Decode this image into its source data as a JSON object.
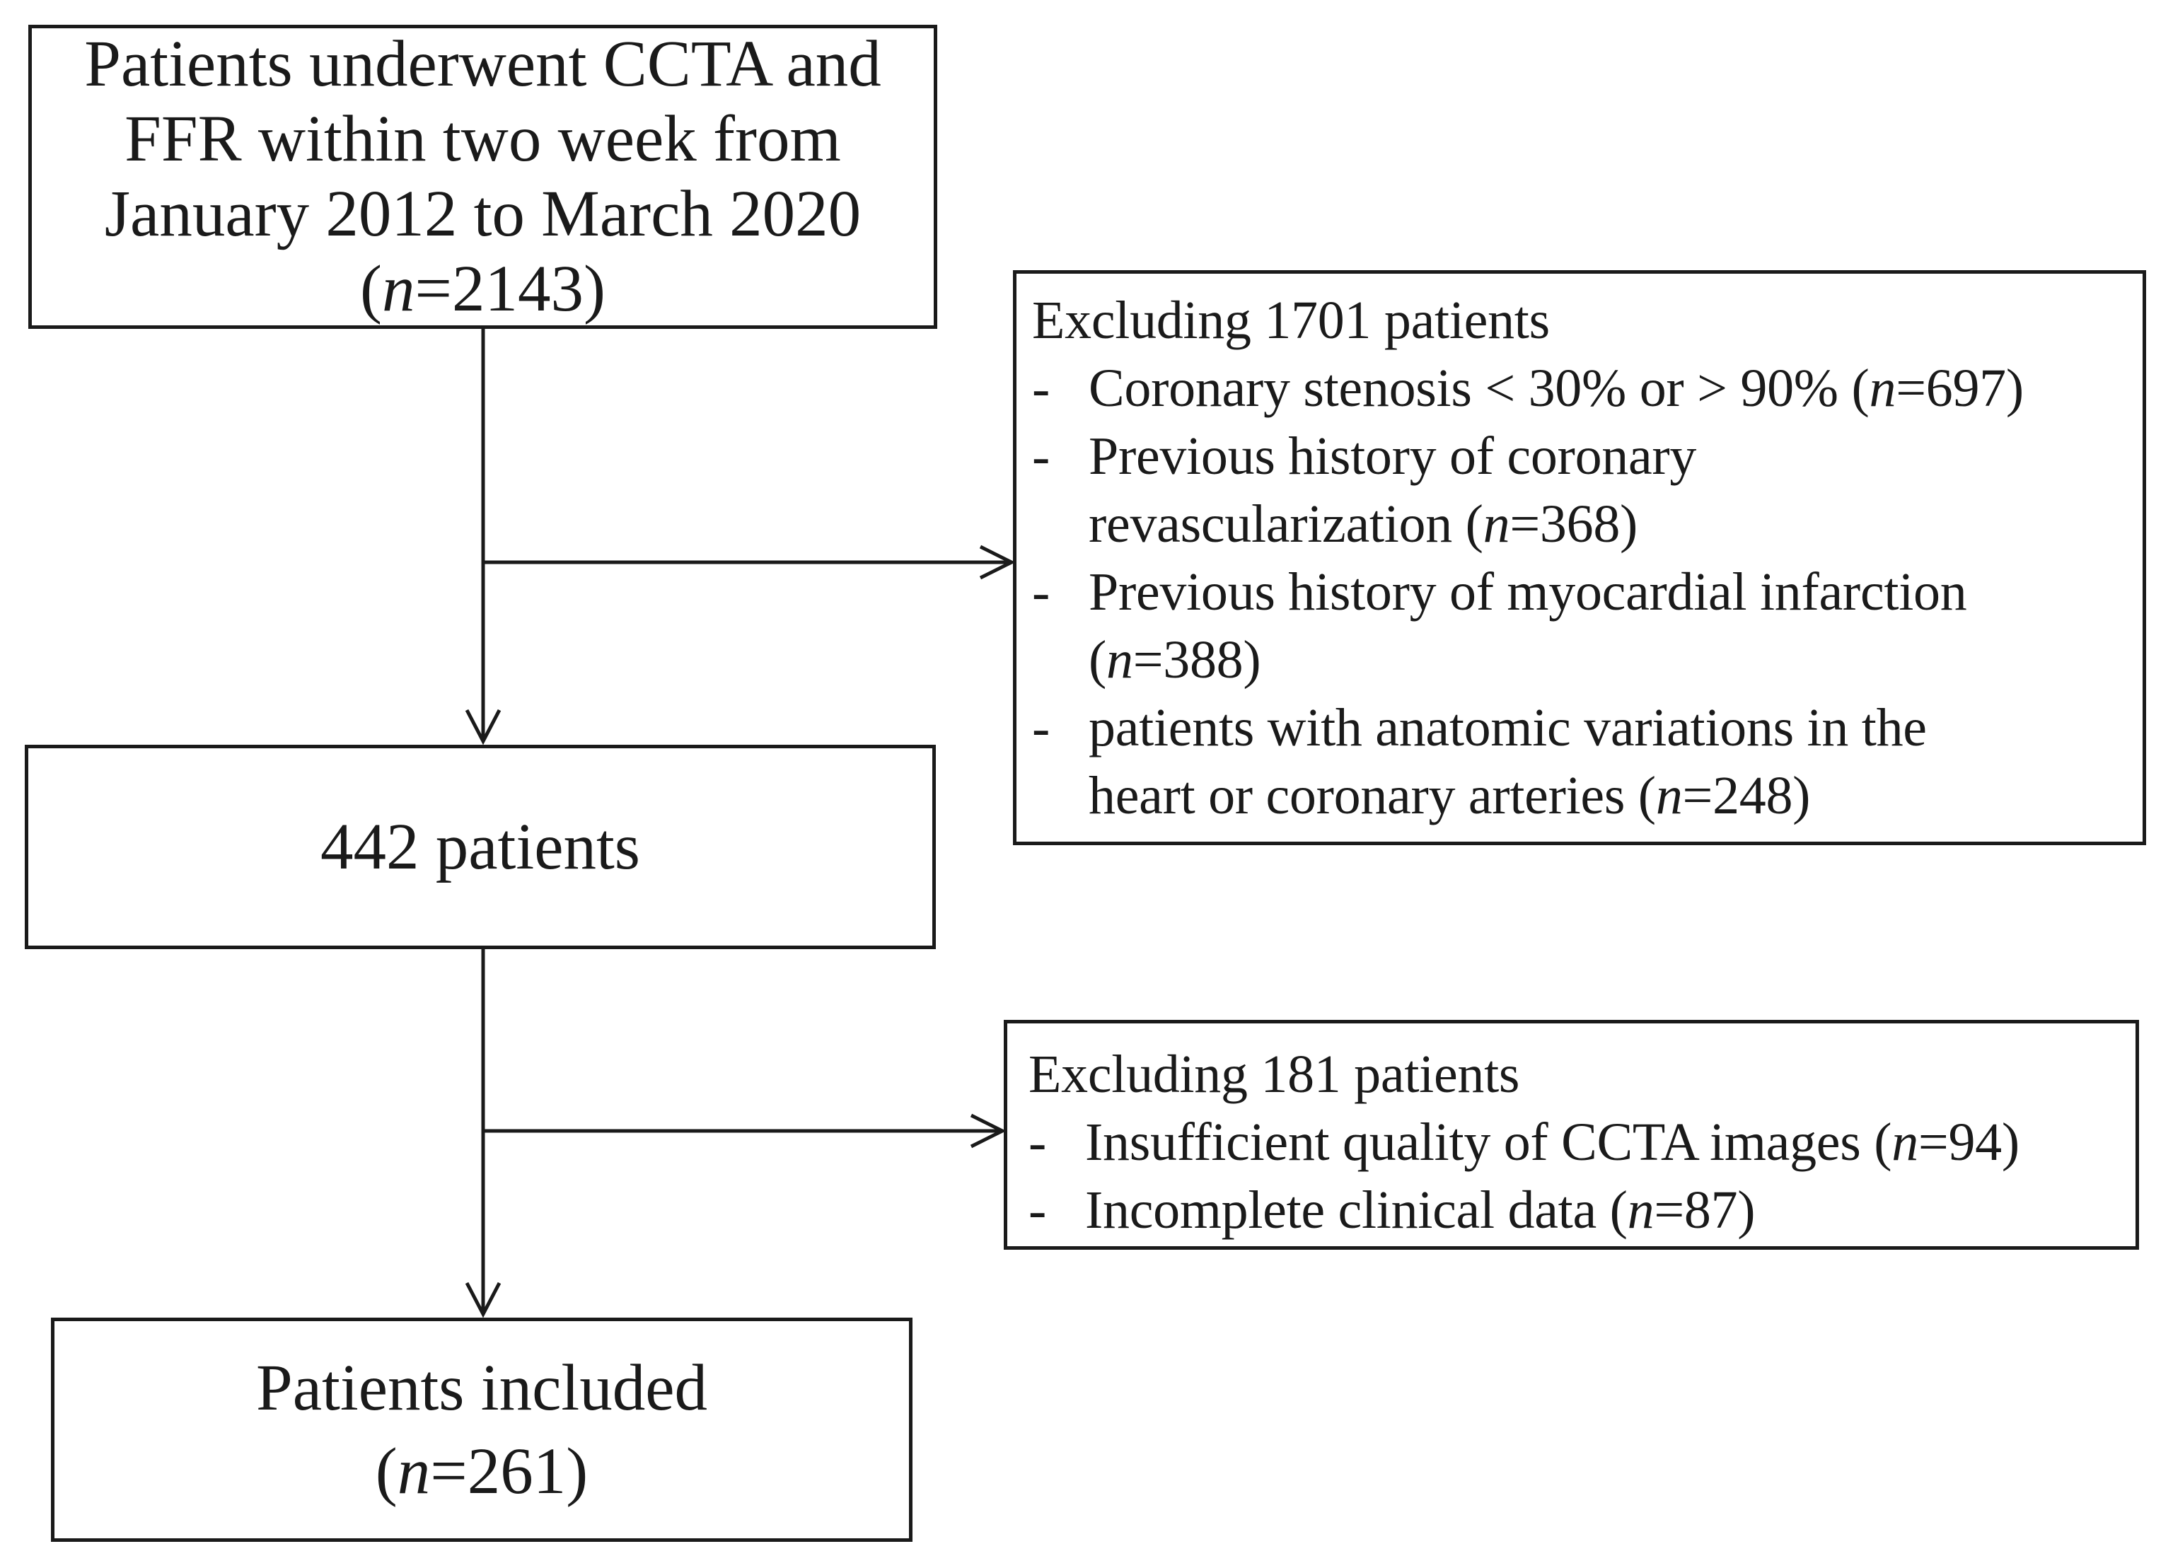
{
  "colors": {
    "ink": "#1a1a1a",
    "paper": "#ffffff"
  },
  "flow": {
    "top_box": {
      "lines": [
        "Patients underwent CCTA and",
        "FFR within two week from",
        "January 2012 to March 2020",
        "(*n*=2143)"
      ]
    },
    "mid_box": {
      "lines": [
        "442 patients"
      ]
    },
    "bottom_box": {
      "lines": [
        "Patients included",
        "(*n*=261)"
      ]
    },
    "exclusion_box_1": {
      "title": "Excluding 1701 patients",
      "bullet_glyph": "-",
      "items": [
        "Coronary stenosis < 30% or > 90% (*n*=697)",
        "Previous history of coronary\nrevascularization (*n*=368)",
        "Previous history of myocardial infarction\n(*n*=388)",
        "patients with anatomic variations in the\nheart or coronary arteries (*n*=248)"
      ]
    },
    "exclusion_box_2": {
      "title": "Excluding 181 patients",
      "bullet_glyph": "-",
      "items": [
        "Insufficient quality of CCTA images (*n*=94)",
        "Incomplete clinical data (*n*=87)"
      ]
    }
  }
}
